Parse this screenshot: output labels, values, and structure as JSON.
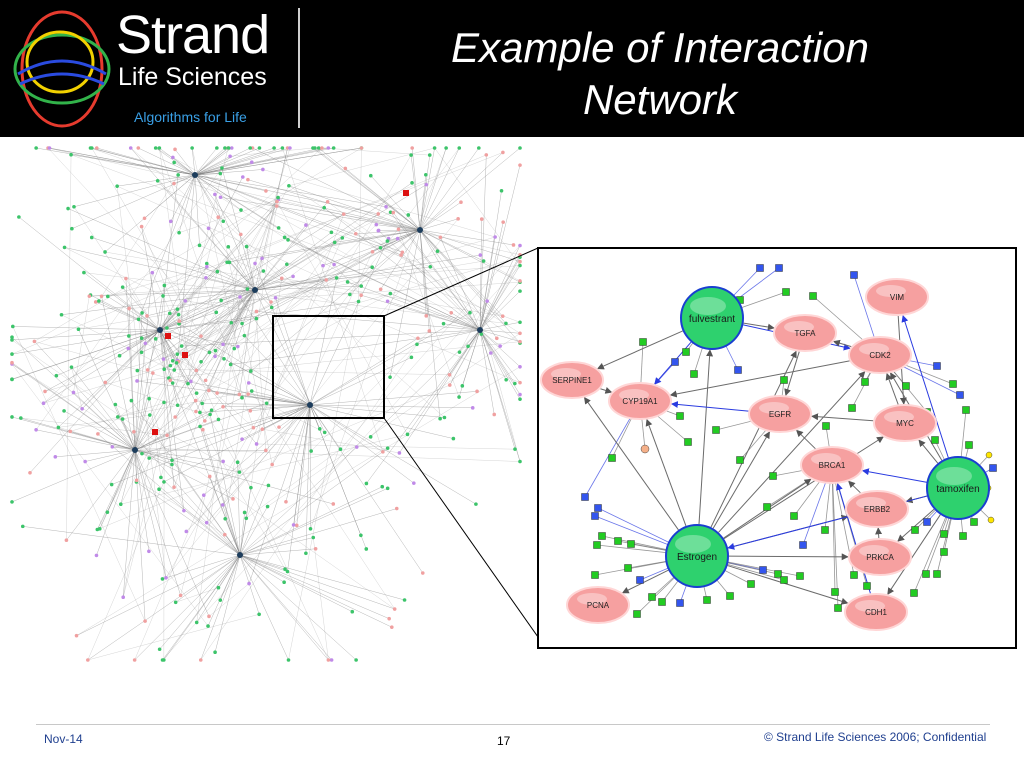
{
  "header": {
    "logo_brand": "Strand",
    "logo_subtitle": "Life Sciences",
    "logo_tagline": "Algorithms for Life",
    "title_line1": "Example of Interaction",
    "title_line2": "Network"
  },
  "footer": {
    "date": "Nov-14",
    "page_number": "17",
    "copyright": "© Strand Life Sciences 2006; Confidential"
  },
  "colors": {
    "header_bg": "#000000",
    "gene_node_fill": "#f6a0a0",
    "drug_node_fill": "#2ed16e",
    "small_node_green": "#22cc22",
    "small_node_blue": "#3355ee",
    "small_node_yellow": "#ffe600",
    "edge_gray": "#6b6b6b",
    "edge_blue": "#2a3be0",
    "footer_text": "#1f3f8f"
  },
  "network": {
    "drug_nodes": [
      "fulvestrant",
      "tamoxifen",
      "Estrogen"
    ],
    "gene_nodes": [
      "VIM",
      "TGFA",
      "CDK2",
      "SERPINE1",
      "CYP19A1",
      "EGFR",
      "MYC",
      "BRCA1",
      "ERBB2",
      "PRKCA",
      "PCNA",
      "CDH1"
    ],
    "edges": [
      [
        "Estrogen",
        "SERPINE1",
        "gray"
      ],
      [
        "Estrogen",
        "CYP19A1",
        "gray"
      ],
      [
        "Estrogen",
        "EGFR",
        "gray"
      ],
      [
        "Estrogen",
        "TGFA",
        "gray"
      ],
      [
        "Estrogen",
        "CDK2",
        "gray"
      ],
      [
        "Estrogen",
        "MYC",
        "gray"
      ],
      [
        "Estrogen",
        "BRCA1",
        "gray"
      ],
      [
        "Estrogen",
        "ERBB2",
        "gray"
      ],
      [
        "Estrogen",
        "PRKCA",
        "gray"
      ],
      [
        "Estrogen",
        "PCNA",
        "gray"
      ],
      [
        "Estrogen",
        "CDH1",
        "gray"
      ],
      [
        "Estrogen",
        "fulvestrant",
        "gray"
      ],
      [
        "fulvestrant",
        "TGFA",
        "gray"
      ],
      [
        "fulvestrant",
        "SERPINE1",
        "gray"
      ],
      [
        "fulvestrant",
        "CYP19A1",
        "blue"
      ],
      [
        "fulvestrant",
        "CDK2",
        "blue"
      ],
      [
        "tamoxifen",
        "MYC",
        "gray"
      ],
      [
        "tamoxifen",
        "ERBB2",
        "gray"
      ],
      [
        "tamoxifen",
        "CDK2",
        "gray"
      ],
      [
        "tamoxifen",
        "VIM",
        "blue"
      ],
      [
        "tamoxifen",
        "PRKCA",
        "gray"
      ],
      [
        "tamoxifen",
        "CDH1",
        "gray"
      ],
      [
        "tamoxifen",
        "BRCA1",
        "blue"
      ],
      [
        "tamoxifen",
        "Estrogen",
        "blue"
      ],
      [
        "CDK2",
        "TGFA",
        "gray"
      ],
      [
        "CDK2",
        "CYP19A1",
        "gray"
      ],
      [
        "MYC",
        "EGFR",
        "gray"
      ],
      [
        "BRCA1",
        "EGFR",
        "gray"
      ],
      [
        "ERBB2",
        "BRCA1",
        "gray"
      ],
      [
        "TGFA",
        "EGFR",
        "gray"
      ],
      [
        "SERPINE1",
        "CYP19A1",
        "gray"
      ],
      [
        "PRKCA",
        "ERBB2",
        "gray"
      ],
      [
        "CDH1",
        "BRCA1",
        "blue"
      ],
      [
        "EGFR",
        "CYP19A1",
        "blue"
      ],
      [
        "VIM",
        "MYC",
        "gray"
      ],
      [
        "MYC",
        "CDK2",
        "gray"
      ]
    ]
  }
}
